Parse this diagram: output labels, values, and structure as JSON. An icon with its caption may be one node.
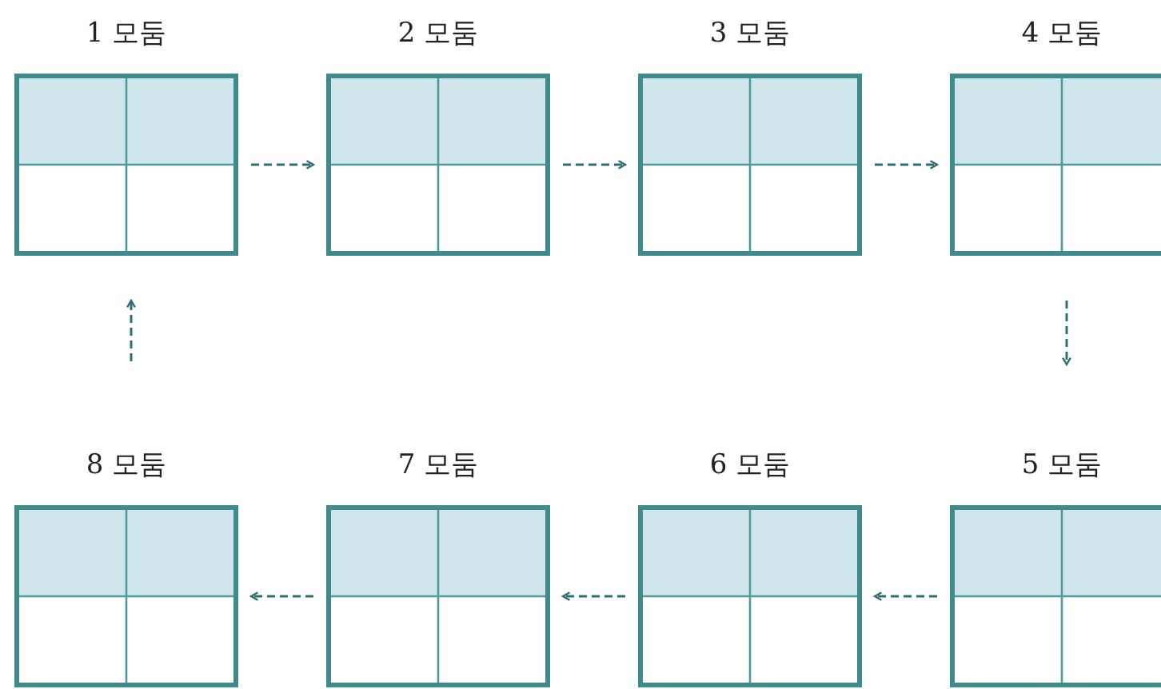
{
  "diagram": {
    "nodes": [
      {
        "text": [
          "1 모둠"
        ]
      },
      {
        "text": [
          "2 모둠"
        ]
      },
      {
        "text": [
          "3 모둠"
        ]
      },
      {
        "text": [
          "4 모둠"
        ]
      },
      {
        "text": [
          "8 모둠"
        ]
      },
      {
        "text": [
          "7 모둠"
        ]
      },
      {
        "text": [
          "6 모둠"
        ]
      },
      {
        "text": [
          "5 모둠"
        ]
      }
    ],
    "edges": [
      {
        "from": 0,
        "to": 1,
        "arrow": "to",
        "style": "dashed"
      },
      {
        "from": 1,
        "to": 2,
        "arrow": "to",
        "style": "dashed"
      },
      {
        "from": 2,
        "to": 3,
        "arrow": "to",
        "style": "dashed"
      },
      {
        "from": 3,
        "to": 7,
        "arrow": "to",
        "style": "dashed"
      },
      {
        "from": 7,
        "to": 6,
        "arrow": "to",
        "style": "dashed"
      },
      {
        "from": 6,
        "to": 5,
        "arrow": "to",
        "style": "dashed"
      },
      {
        "from": 5,
        "to": 4,
        "arrow": "to",
        "style": "dashed"
      },
      {
        "from": 4,
        "to": 0,
        "arrow": "to",
        "style": "dashed"
      }
    ]
  }
}
